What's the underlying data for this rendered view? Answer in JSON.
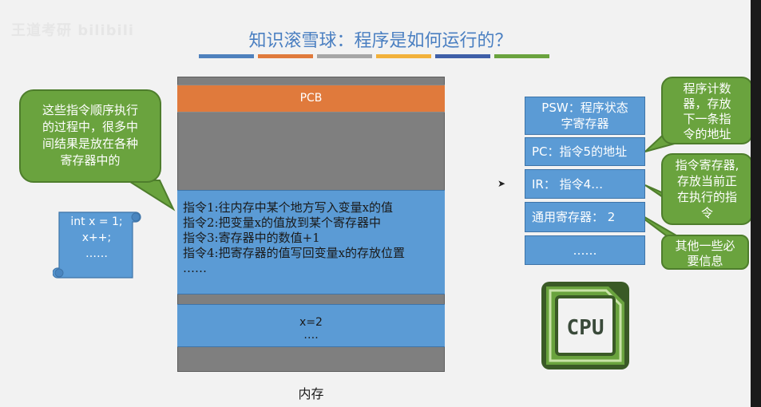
{
  "title": "知识滚雪球：程序是如何运行的？",
  "watermark": "王道考研 bilibili",
  "underline_colors": [
    "#4f81bd",
    "#e07a3c",
    "#a6a6a6",
    "#f2b13b",
    "#3f5fa8",
    "#6aa33e"
  ],
  "memory": {
    "label": "内存",
    "pcb": "PCB",
    "instructions": [
      "指令1:往内存中某个地方写入变量x的值",
      "指令2:把变量x的值放到某个寄存器中",
      "指令3:寄存器中的数值+1",
      "指令4:把寄存器的值写回变量x的存放位置",
      "……"
    ],
    "data_block": [
      "x=2",
      "…."
    ]
  },
  "callout_left": [
    "这些指令顺序执行",
    "的过程中，很多中",
    "间结果是放在各种",
    "寄存器中的"
  ],
  "code_scroll": [
    "int x = 1;",
    "x++;",
    "……"
  ],
  "registers": {
    "psw": [
      "PSW：程序状态",
      "字寄存器"
    ],
    "pc": "PC：指令5的地址",
    "ir": "IR：  指令4…",
    "general": "通用寄存器：   2",
    "more": "……"
  },
  "callouts_right": {
    "pc_note": [
      "程序计数",
      "器，存放",
      "下一条指",
      "令的地址"
    ],
    "ir_note": [
      "指令寄存器,",
      "存放当前正",
      "在执行的指",
      "令"
    ],
    "other_note": [
      "其他一些必",
      "要信息"
    ]
  },
  "cpu_label": "CPU",
  "colors": {
    "accent_blue": "#5b9bd5",
    "pcb_orange": "#e07a3c",
    "callout_green": "#6aa33e",
    "memory_gray": "#7f7f7f",
    "title_blue": "#4a7fc1"
  }
}
